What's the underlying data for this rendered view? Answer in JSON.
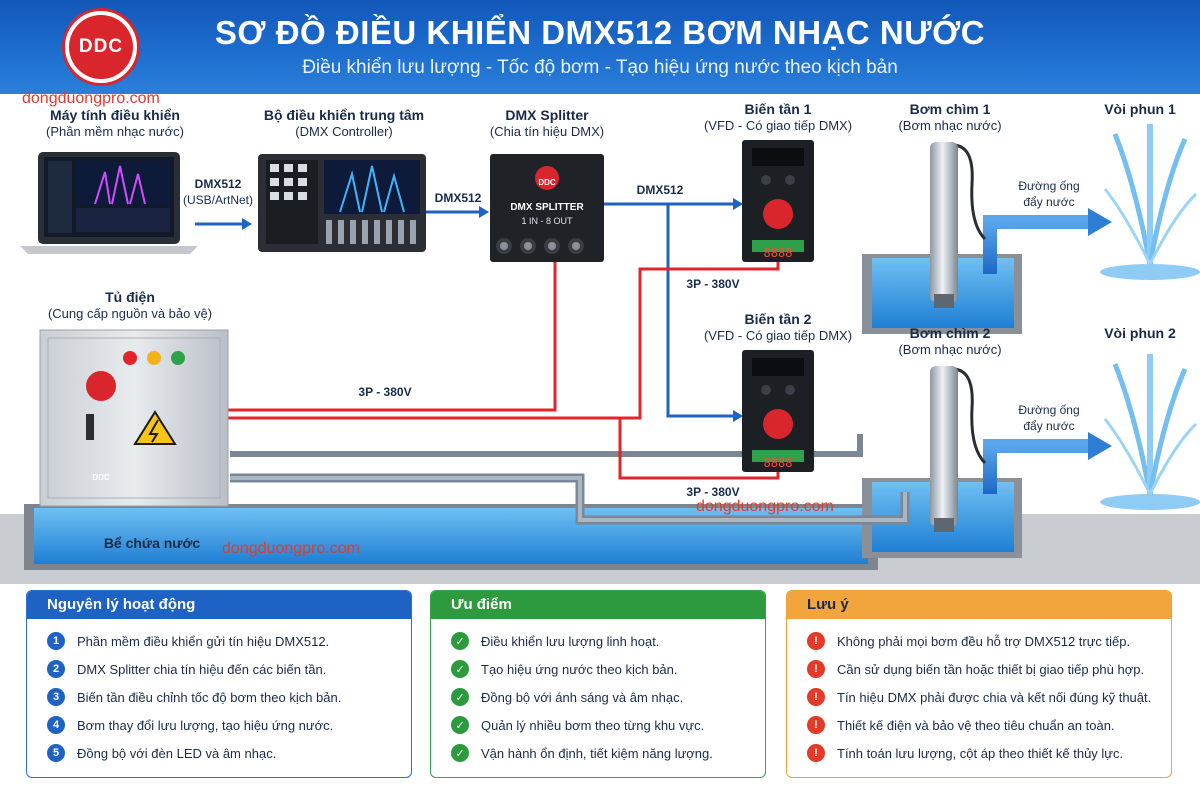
{
  "header": {
    "logo_text": "DDC",
    "title": "SƠ ĐỒ ĐIỀU KHIỂN DMX512 BƠM NHẠC NƯỚC",
    "subtitle": "Điều khiển lưu lượng - Tốc độ bơm - Tạo hiệu ứng nước theo kịch bản"
  },
  "watermark": "dongduongpro.com",
  "devices": {
    "computer": {
      "name": "Máy tính điều khiển",
      "desc": "(Phần mềm nhạc nước)"
    },
    "controller": {
      "name": "Bộ điều khiển trung tâm",
      "desc": "(DMX Controller)"
    },
    "splitter": {
      "name": "DMX Splitter",
      "desc": "(Chia tín hiệu DMX)",
      "box_line1": "DMX SPLITTER",
      "box_line2": "1 IN - 8 OUT",
      "logo": "DDC"
    },
    "vfd1": {
      "name": "Biến tần 1",
      "desc": "(VFD - Có giao tiếp DMX)",
      "display": "8888"
    },
    "vfd2": {
      "name": "Biến tần 2",
      "desc": "(VFD - Có giao tiếp DMX)",
      "display": "8888"
    },
    "pump1": {
      "name": "Bơm chìm 1",
      "desc": "(Bơm nhạc nước)"
    },
    "pump2": {
      "name": "Bơm chìm 2",
      "desc": "(Bơm nhạc nước)"
    },
    "fountain1": {
      "name": "Vòi phun 1"
    },
    "fountain2": {
      "name": "Vòi phun 2"
    },
    "cabinet": {
      "name": "Tủ điện",
      "desc": "(Cung cấp nguồn và bảo vệ)",
      "logo": "DDC"
    },
    "tank": {
      "name": "Bể chứa nước"
    }
  },
  "wires": {
    "dmx_usb_1": "DMX512",
    "dmx_usb_2": "(USB/ArtNet)",
    "dmx_2": "DMX512",
    "dmx_3": "DMX512",
    "power_main": "3P - 380V",
    "power_vfd1": "3P - 380V",
    "power_vfd2": "3P - 380V",
    "pipe1_line1": "Đường ống",
    "pipe1_line2": "đẩy nước",
    "pipe2_line1": "Đường ống",
    "pipe2_line2": "đẩy nước"
  },
  "colors": {
    "dmx": "#1e63c4",
    "power": "#e0262c",
    "pipe": "#2f7ed6",
    "water": "#3b9be6",
    "brand_red": "#d8262c"
  },
  "panels": {
    "principle": {
      "title": "Nguyên lý hoạt động",
      "items": [
        "Phần mềm điều khiển gửi tín hiệu DMX512.",
        "DMX Splitter chia tín hiệu đến các biến tần.",
        "Biến tần điều chỉnh tốc độ bơm theo kịch bản.",
        "Bơm thay đổi lưu lượng, tạo hiệu ứng nước.",
        "Đồng bộ với đèn LED và âm nhạc."
      ]
    },
    "advantages": {
      "title": "Ưu điểm",
      "icon": "check-icon",
      "items": [
        "Điều khiển lưu lượng linh hoạt.",
        "Tạo hiệu ứng nước theo kịch bản.",
        "Đồng bộ với ánh sáng và âm nhạc.",
        "Quản lý nhiều bơm theo từng khu vực.",
        "Vận hành ổn định, tiết kiệm năng lượng."
      ]
    },
    "notes": {
      "title": "Lưu ý",
      "icon": "exclamation-icon",
      "items": [
        "Không phải mọi bơm đều hỗ trợ DMX512 trực tiếp.",
        "Cần sử dụng biến tần hoặc thiết bị giao tiếp phù hợp.",
        "Tín hiệu DMX phải được chia và kết nối đúng kỹ thuật.",
        "Thiết kế điện và bảo vệ theo tiêu chuẩn an toàn.",
        "Tính toán lưu lượng, cột áp theo thiết kế thủy lực."
      ]
    }
  }
}
